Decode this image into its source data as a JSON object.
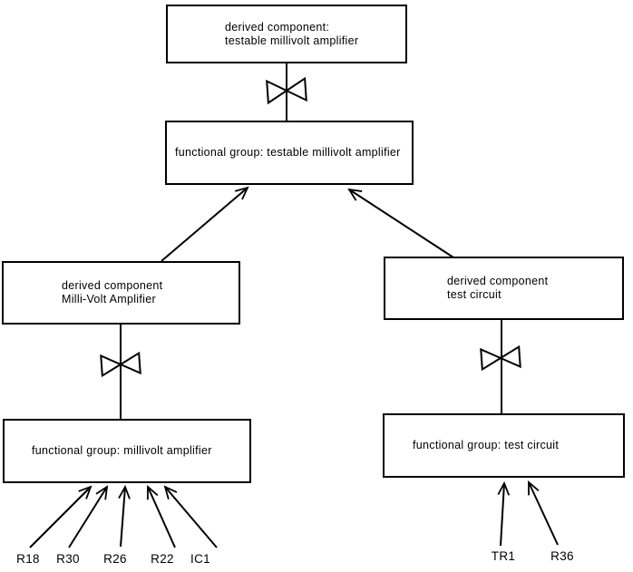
{
  "diagram": {
    "background_color": "#ffffff",
    "line_color": "#000000",
    "nodes": {
      "top_derived": {
        "line1": "derived component:",
        "line2": "testable millivolt amplifier"
      },
      "fg_testable": {
        "line1": "functional group: testable millivolt amplifier"
      },
      "derived_mv": {
        "line1": "derived component",
        "line2": "Milli-Volt Amplifier"
      },
      "derived_test": {
        "line1": "derived component",
        "line2": "test circuit"
      },
      "fg_mv": {
        "line1": "functional group: millivolt amplifier"
      },
      "fg_test": {
        "line1": "functional group: test circuit"
      }
    },
    "leaves_left": [
      "R18",
      "R30",
      "R26",
      "R22",
      "IC1"
    ],
    "leaves_right": [
      "TR1",
      "R36"
    ]
  }
}
